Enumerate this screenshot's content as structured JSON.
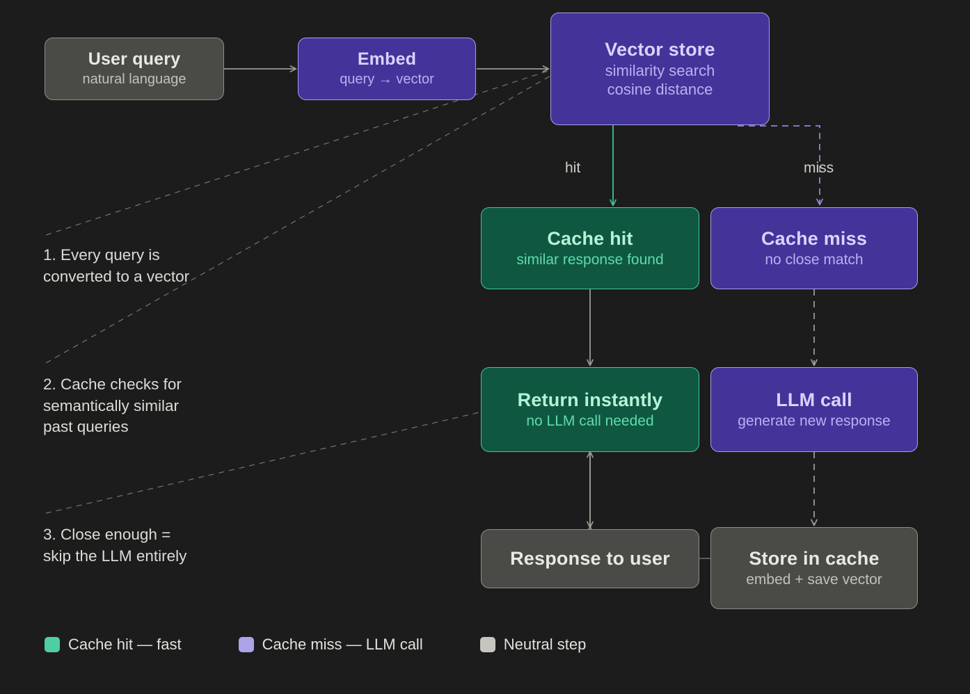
{
  "background_color": "#1c1c1c",
  "palette": {
    "neutral_fill": "#4a4a46",
    "neutral_border": "#8e8e88",
    "purple_fill": "#443399",
    "purple_border": "#a99ef0",
    "green_fill": "#0f5741",
    "green_border": "#45c79b",
    "legend_green": "#4ecfa3",
    "legend_purple": "#ada3e8",
    "legend_gray": "#c6c6bf",
    "arrow_gray": "#9a9a93",
    "arrow_green": "#3fc494",
    "arrow_purple": "#8f86d8",
    "annotation_line": "#8d8d86"
  },
  "nodes": [
    {
      "id": "user-query",
      "kind": "neutral",
      "title": "User query",
      "sub": "natural language"
    },
    {
      "id": "embed",
      "kind": "purple",
      "title": "Embed",
      "sub": "query → vector"
    },
    {
      "id": "vector-store",
      "kind": "purple",
      "title": "Vector store",
      "sub": "similarity search",
      "sub2": "cosine distance"
    },
    {
      "id": "cache-hit",
      "kind": "green",
      "title": "Cache hit",
      "sub": "similar response found"
    },
    {
      "id": "cache-miss",
      "kind": "purple",
      "title": "Cache miss",
      "sub": "no close match"
    },
    {
      "id": "return-instantly",
      "kind": "green",
      "title": "Return instantly",
      "sub": "no LLM call needed"
    },
    {
      "id": "llm-call",
      "kind": "purple",
      "title": "LLM call",
      "sub": "generate new response"
    },
    {
      "id": "response-to-user",
      "kind": "neutral",
      "title": "Response to user",
      "sub": ""
    },
    {
      "id": "store-in-cache",
      "kind": "neutral",
      "title": "Store in cache",
      "sub": "embed + save vector"
    }
  ],
  "edge_labels": {
    "hit": "hit",
    "miss": "miss"
  },
  "annotations": [
    {
      "id": "note-1",
      "text": "1. Every query is\nconverted to a vector"
    },
    {
      "id": "note-2",
      "text": "2. Cache checks for\nsemantically similar\npast queries"
    },
    {
      "id": "note-3",
      "text": "3. Close enough =\nskip the LLM entirely"
    }
  ],
  "legend": {
    "items": [
      {
        "id": "legend-cache-hit",
        "label": "Cache hit — fast",
        "color": "#4ecfa3"
      },
      {
        "id": "legend-cache-miss",
        "label": "Cache miss — LLM call",
        "color": "#ada3e8"
      },
      {
        "id": "legend-neutral",
        "label": "Neutral step",
        "color": "#c6c6bf"
      }
    ]
  }
}
